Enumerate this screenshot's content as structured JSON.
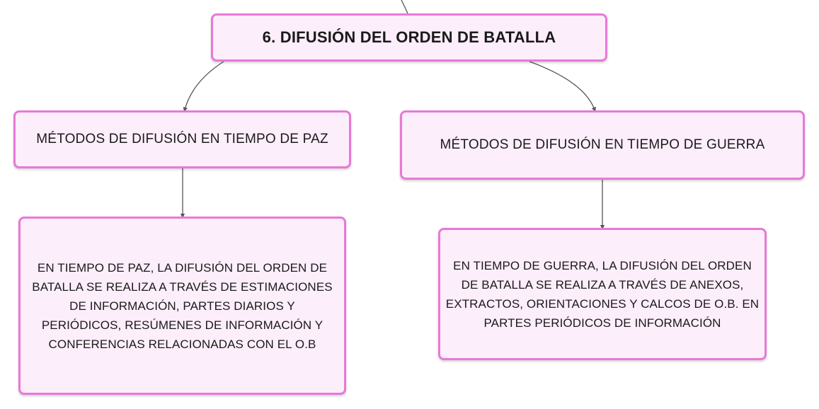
{
  "root": {
    "title": "6. DIFUSIÓN DEL ORDEN DE BATALLA"
  },
  "branches": [
    {
      "label": "MÉTODOS DE DIFUSIÓN EN TIEMPO DE PAZ",
      "detail": "EN TIEMPO DE PAZ, LA DIFUSIÓN DEL ORDEN DE BATALLA SE REALIZA A TRAVÉS DE ESTIMACIONES DE INFORMACIÓN, PARTES DIARIOS Y PERIÓDICOS, RESÚMENES DE INFORMACIÓN Y CONFERENCIAS RELACIONADAS CON EL O.B"
    },
    {
      "label": "MÉTODOS DE DIFUSIÓN EN TIEMPO DE GUERRA",
      "detail": "EN TIEMPO DE GUERRA, LA DIFUSIÓN DEL ORDEN DE BATALLA SE REALIZA A TRAVÉS DE ANEXOS, EXTRACTOS, ORIENTACIONES Y CALCOS DE O.B. EN PARTES PERIÓDICOS DE INFORMACIÓN"
    }
  ],
  "colors": {
    "node_fill": "#fdeefb",
    "node_border": "#e879d6",
    "connector": "#555555"
  }
}
